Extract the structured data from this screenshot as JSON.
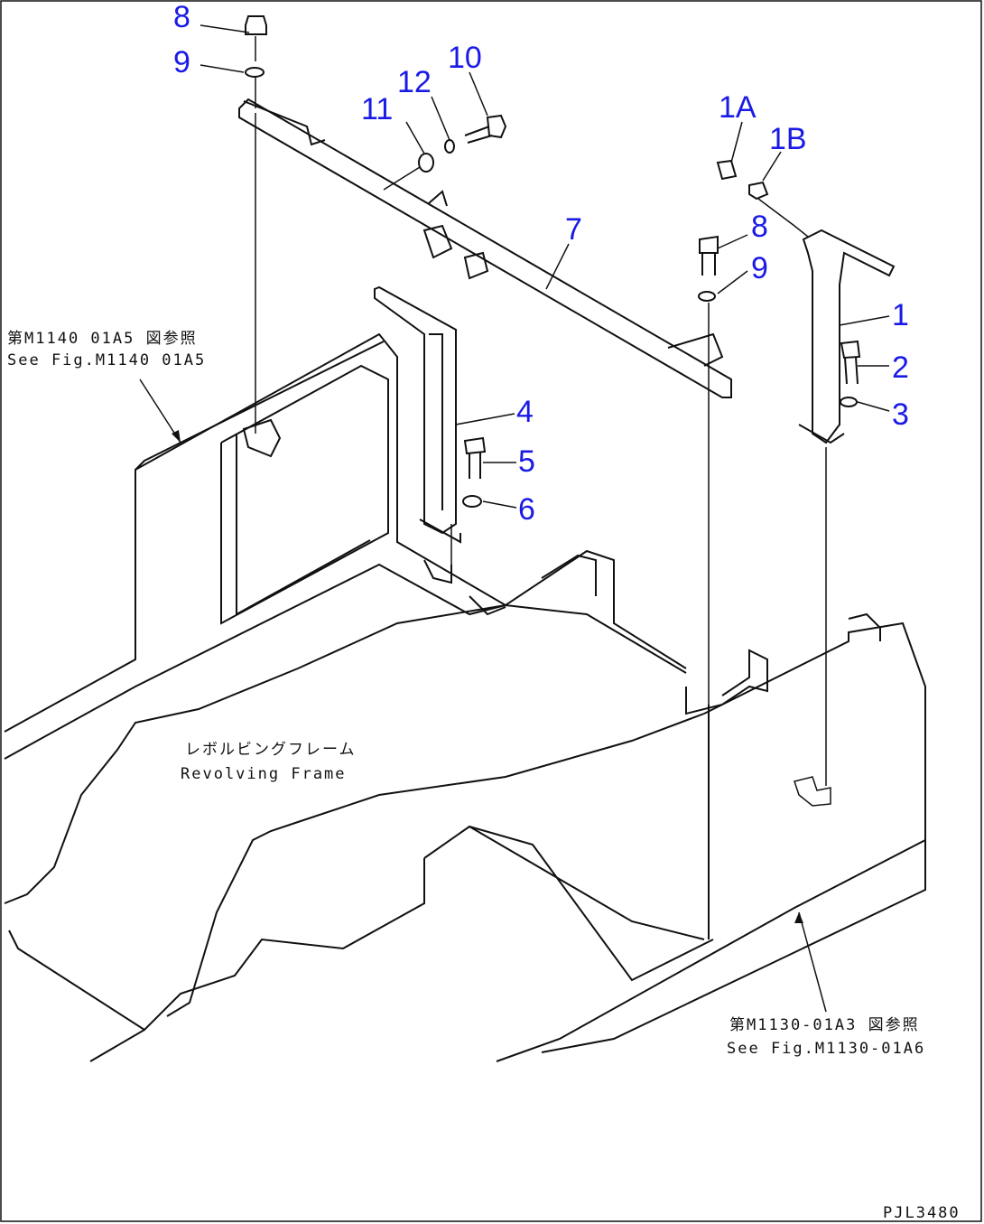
{
  "callouts": {
    "n1": "1",
    "n1A": "1A",
    "n1B": "1B",
    "n2": "2",
    "n3": "3",
    "n4": "4",
    "n5": "5",
    "n6": "6",
    "n7": "7",
    "n8a": "8",
    "n8b": "8",
    "n9a": "9",
    "n9b": "9",
    "n10": "10",
    "n11": "11",
    "n12": "12"
  },
  "refs": {
    "left_jp": "第M1140 01A5 図参照",
    "left_en": "See Fig.M1140 01A5",
    "right_jp": "第M1130-01A3 図参照",
    "right_en": "See Fig.M1130-01A6",
    "frame_jp": "レボルビングフレーム",
    "frame_en": "Revolving Frame"
  },
  "drawing_code": "PJL3480",
  "colors": {
    "callout": "#1a1ae6",
    "line": "#111111"
  }
}
